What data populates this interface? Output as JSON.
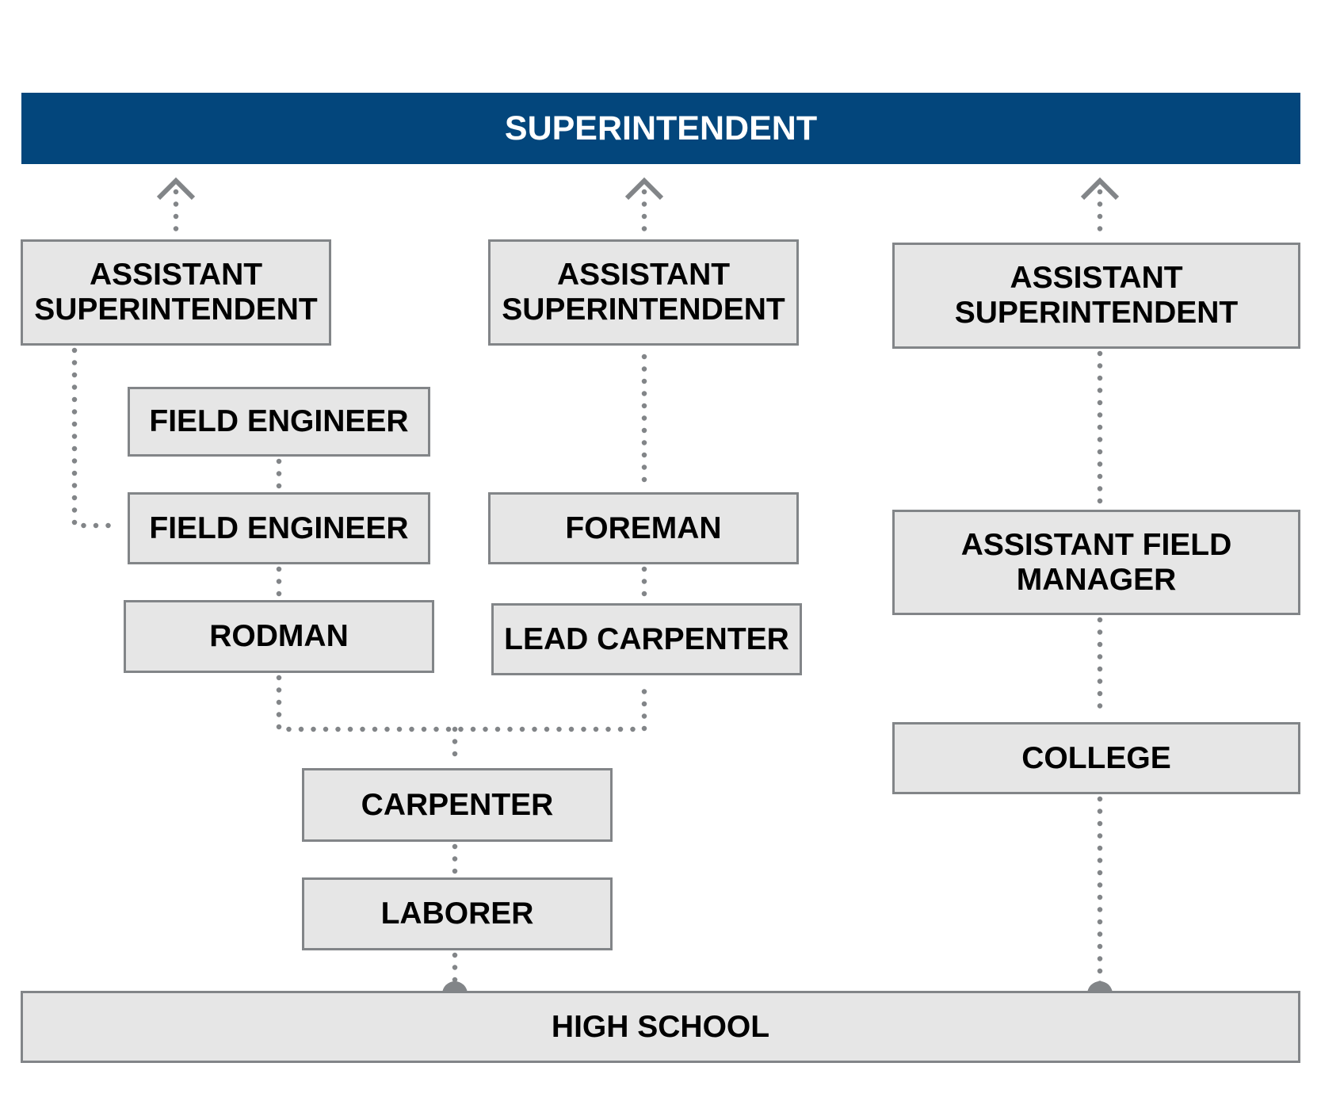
{
  "diagram": {
    "top": "SUPERINTENDENT",
    "assistants": [
      "ASSISTANT SUPERINTENDENT",
      "ASSISTANT SUPERINTENDENT",
      "ASSISTANT SUPERINTENDENT"
    ],
    "left_branch": {
      "field_engineer_1": "FIELD ENGINEER",
      "field_engineer_2": "FIELD ENGINEER",
      "rodman": "RODMAN"
    },
    "middle_branch": {
      "foreman": "FOREMAN",
      "lead_carpenter": "LEAD CARPENTER"
    },
    "shared": {
      "carpenter": "CARPENTER",
      "laborer": "LABORER"
    },
    "right_branch": {
      "assistant_field_manager": "ASSISTANT FIELD MANAGER",
      "college": "COLLEGE"
    },
    "bottom": "HIGH SCHOOL"
  }
}
